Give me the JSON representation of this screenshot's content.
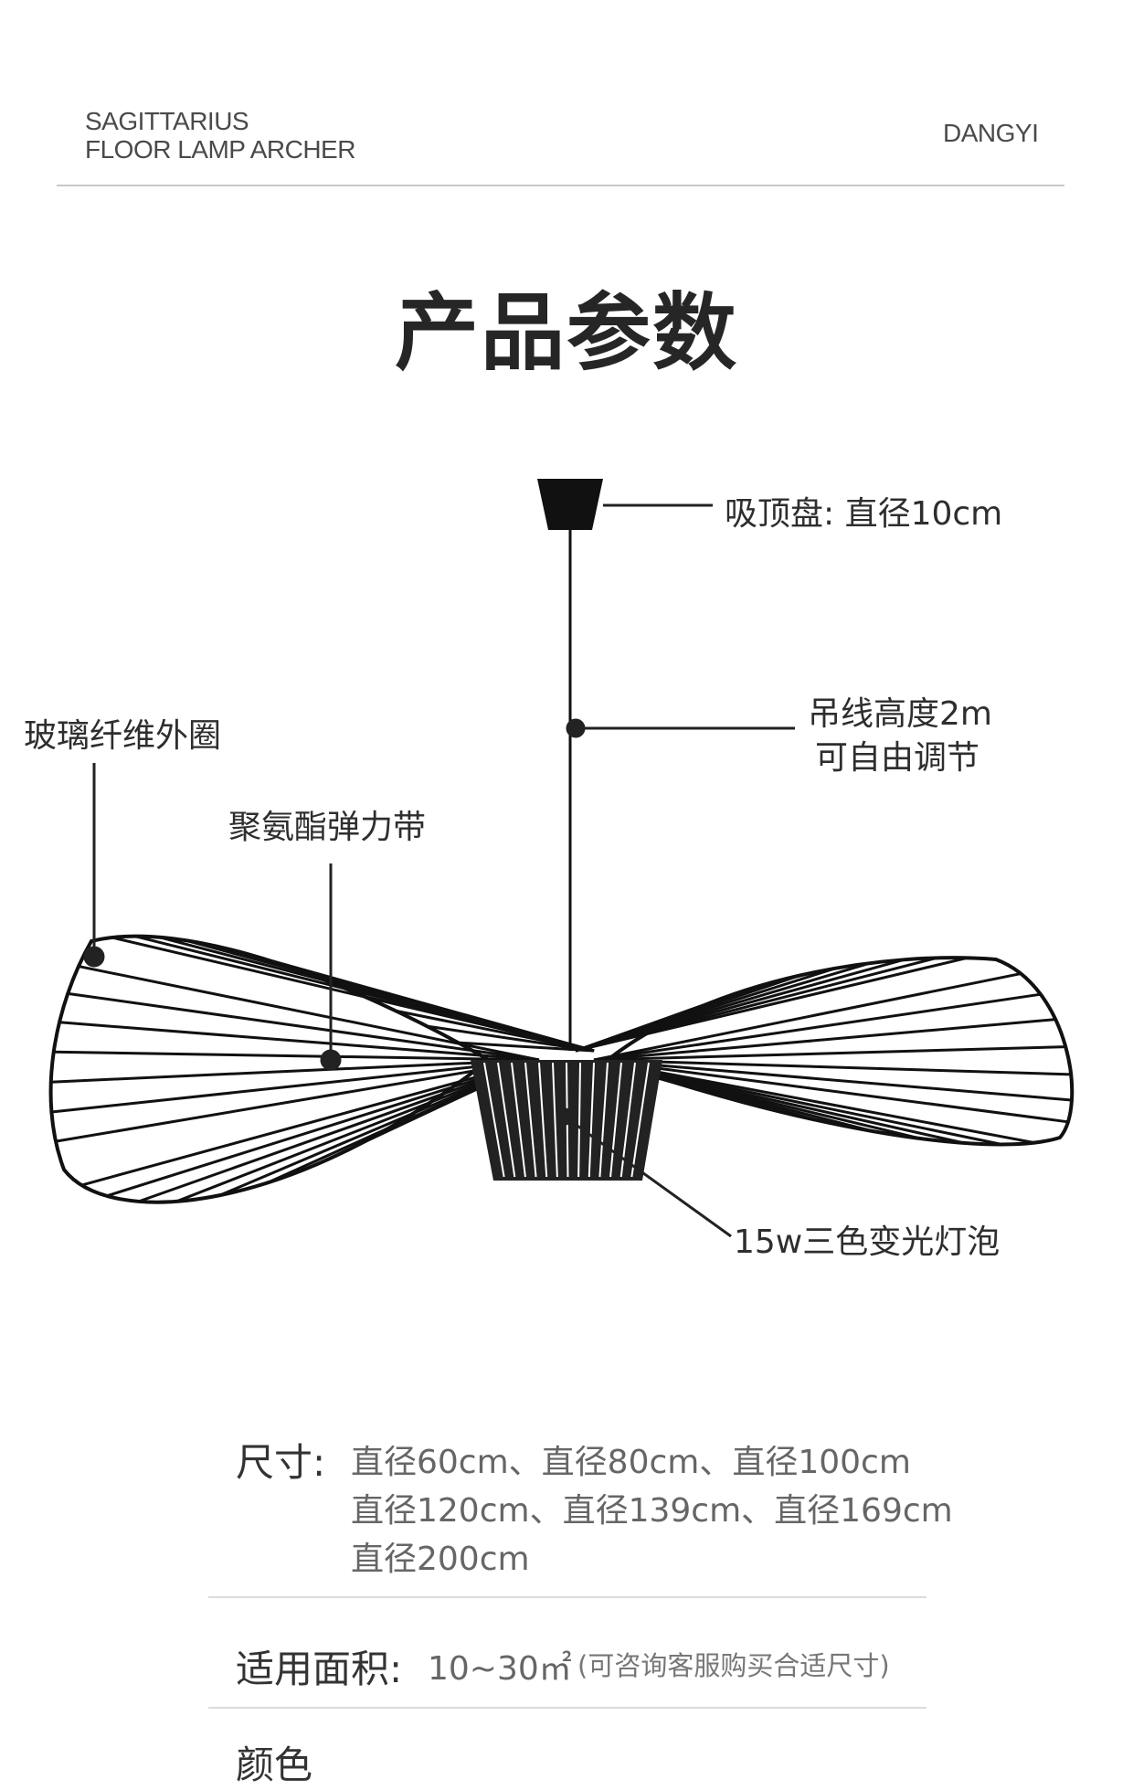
{
  "header": {
    "line1": "SAGITTARIUS",
    "line2": "FLOOR LAMP ARCHER",
    "brand": "DANGYI"
  },
  "title": "产品参数",
  "callouts": {
    "ceiling_plate": "吸顶盘: 直径10cm",
    "cable_line1": "吊线高度2m",
    "cable_line2": "可自由调节",
    "fiberglass": "玻璃纤维外圈",
    "elastic_band": "聚氨酯弹力带",
    "bulb": "15w三色变光灯泡"
  },
  "specs": {
    "size": {
      "label": "尺寸:",
      "line1": "直径60cm、直径80cm、直径100cm",
      "line2": "直径120cm、直径139cm、直径169cm",
      "line3": "直径200cm"
    },
    "area": {
      "label": "适用面积:",
      "value": "10~30㎡",
      "note": "(可咨询客服购买合适尺寸)"
    },
    "next_label": "颜色"
  },
  "colors": {
    "lamp": "#111111",
    "text": "#2e2e2e",
    "divider": "#dcdcdc"
  }
}
